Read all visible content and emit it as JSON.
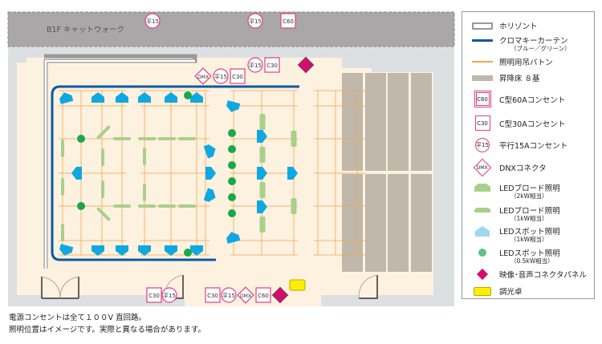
{
  "plan": {
    "catwalk_label": "B1F キャットウォーク",
    "sockets": [
      "平15",
      "平15",
      "C60",
      "DMX",
      "平15",
      "C30",
      "平15",
      "C30",
      "C30",
      "平15",
      "C30",
      "平15",
      "DMX",
      "C60"
    ]
  },
  "legend": {
    "horizont": "ホリゾント",
    "chroma": "クロマキーカーテン",
    "chroma_sub": "（ブルー／グリーン）",
    "batten": "照明用吊バトン",
    "lift": "昇降床 ８基",
    "c60": "C型60Aコンセント",
    "c60_icon": "C60",
    "c30": "C型30Aコンセント",
    "c30_icon": "C30",
    "h15": "平行15Aコンセント",
    "h15_icon": "平15",
    "dmx": "DNXコネクタ",
    "dmx_icon": "DMX",
    "broad2": "LEDブロード照明",
    "broad2_sub": "（2kW相当）",
    "broad1": "LEDブロード照明",
    "broad1_sub": "（1kW相当）",
    "spot1": "LEDスポット照明",
    "spot1_sub": "（1kW相当）",
    "spot05": "LEDスポット照明",
    "spot05_sub": "（0.5kW相当）",
    "panel": "映像･音声コネクタパネル",
    "console": "調光卓"
  },
  "notes": [
    "電源コンセントは全て１００V 直回路。",
    "照明位置はイメージです。実際と異なる場合があります。"
  ],
  "colors": {
    "socket": "#e0407f",
    "curtain": "#0b5aa0",
    "batten": "#f0a850",
    "lift": "#c0b8aa",
    "spot": "#10a8e0",
    "broad": "#a8d08a",
    "dot": "#19a84a",
    "panel": "#d0106a",
    "console": "#ffee00"
  }
}
